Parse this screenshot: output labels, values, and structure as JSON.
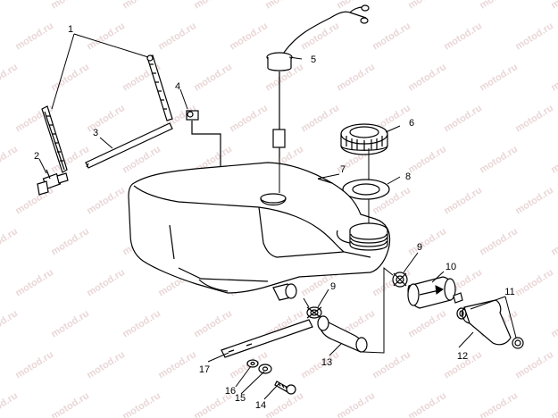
{
  "watermark": {
    "text": "motod.ru"
  },
  "callouts": [
    {
      "id": "1",
      "text": "1"
    },
    {
      "id": "2",
      "text": "2"
    },
    {
      "id": "3",
      "text": "3"
    },
    {
      "id": "4",
      "text": "4"
    },
    {
      "id": "5",
      "text": "5"
    },
    {
      "id": "6",
      "text": "6"
    },
    {
      "id": "7",
      "text": "7"
    },
    {
      "id": "8",
      "text": "8"
    },
    {
      "id": "9a",
      "text": "9"
    },
    {
      "id": "9b",
      "text": "9"
    },
    {
      "id": "10",
      "text": "10"
    },
    {
      "id": "11",
      "text": "11"
    },
    {
      "id": "12",
      "text": "12"
    },
    {
      "id": "13",
      "text": "13"
    },
    {
      "id": "14",
      "text": "14"
    },
    {
      "id": "15",
      "text": "15"
    },
    {
      "id": "16",
      "text": "16"
    },
    {
      "id": "17",
      "text": "17"
    }
  ]
}
